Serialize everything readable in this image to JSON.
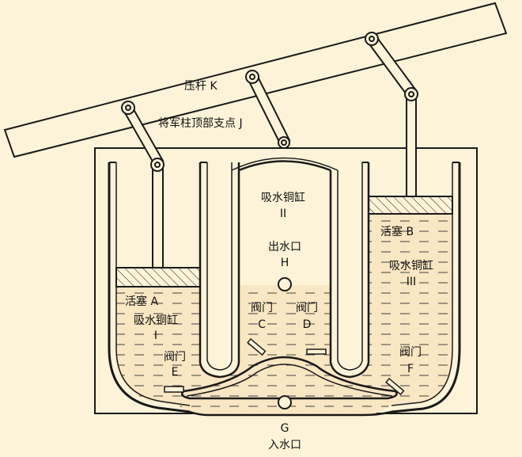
{
  "labels": {
    "lever": "压杆 K",
    "pivot": "将军柱顶部支点 J",
    "cyl2_name": "吸水铜缸",
    "cyl2_num": "II",
    "outlet_name": "出水口",
    "outlet_letter": "H",
    "valve_c_name": "阀门",
    "valve_c_letter": "C",
    "valve_d_name": "阀门",
    "valve_d_letter": "D",
    "piston_b": "活塞 B",
    "cyl3_name": "吸水铜缸",
    "cyl3_num": "III",
    "piston_a": "活塞 A",
    "cyl1_name": "吸水铜缸",
    "cyl1_num": "I",
    "valve_e_name": "阀门",
    "valve_e_letter": "E",
    "valve_f_name": "阀门",
    "valve_f_letter": "F",
    "inlet_letter": "G",
    "inlet_name": "入水口"
  },
  "colors": {
    "background": "#fdf3d8",
    "water": "#f9e6c2",
    "line": "#1a1a1a"
  }
}
